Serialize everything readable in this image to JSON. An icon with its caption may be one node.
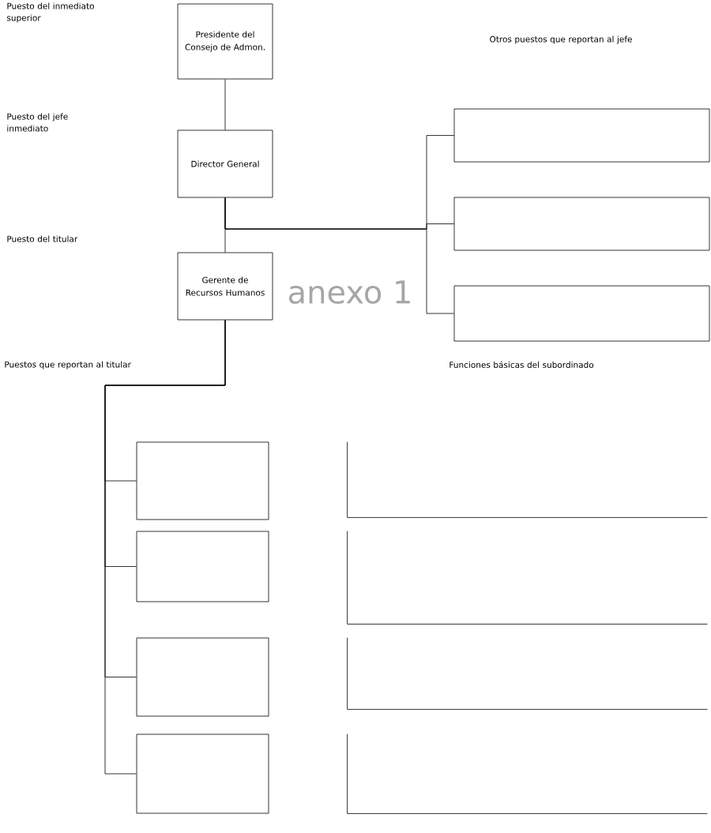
{
  "diagram": {
    "nodes": [
      {
        "text": [
          "Presidente del Consejo de Admon."
        ]
      },
      {
        "text": [
          "Director General"
        ]
      },
      {
        "text": [
          "Gerente de Recursos Humanos"
        ]
      },
      {
        "text": [],
        "shape": "box"
      },
      {
        "text": [],
        "shape": "box"
      },
      {
        "text": [],
        "shape": "box"
      },
      {
        "text": [],
        "shape": "box"
      },
      {
        "text": [],
        "shape": "box"
      },
      {
        "text": [],
        "shape": "box"
      },
      {
        "text": [],
        "shape": "box"
      },
      {
        "text": [],
        "shape": "bracket"
      },
      {
        "text": [],
        "shape": "bracket"
      },
      {
        "text": [],
        "shape": "bracket"
      },
      {
        "text": [],
        "shape": "bracket"
      }
    ],
    "edges": [
      {
        "from": 0,
        "to": 1,
        "arrow": "none"
      },
      {
        "from": 1,
        "to": 2,
        "arrow": "none"
      },
      {
        "from": 1,
        "to": 3,
        "arrow": "none"
      },
      {
        "from": 1,
        "to": 4,
        "arrow": "none"
      },
      {
        "from": 1,
        "to": 5,
        "arrow": "none"
      },
      {
        "from": 2,
        "to": 6,
        "arrow": "none"
      },
      {
        "from": 2,
        "to": 7,
        "arrow": "none"
      },
      {
        "from": 2,
        "to": 8,
        "arrow": "none"
      },
      {
        "from": 2,
        "to": 9,
        "arrow": "none"
      }
    ],
    "labels": [
      "Puesto del inmediato superior",
      "Puesto del jefe inmediato",
      "Puesto del titular",
      "Otros puestos que reportan al jefe",
      "anexo 1",
      "Puestos que reportan al titular",
      "Funciones básicas del subordinado"
    ]
  }
}
